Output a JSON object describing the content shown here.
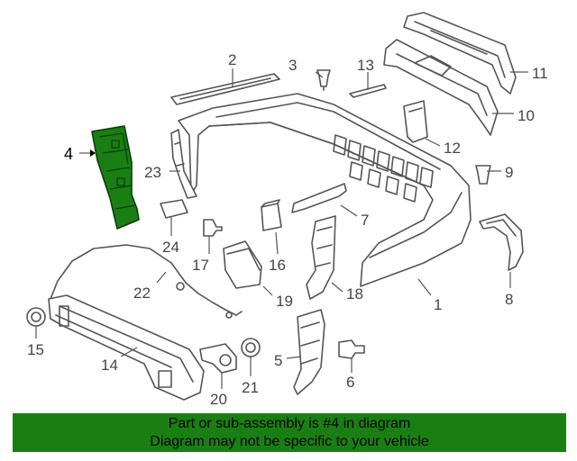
{
  "diagram": {
    "callouts": [
      "1",
      "2",
      "3",
      "4",
      "5",
      "6",
      "7",
      "8",
      "9",
      "10",
      "11",
      "12",
      "13",
      "14",
      "15",
      "16",
      "17",
      "18",
      "19",
      "20",
      "21",
      "22",
      "23",
      "24"
    ],
    "highlighted_part": "4",
    "colors": {
      "highlight": "#1a7f12",
      "banner": "#1a7f12",
      "outline": "#555555"
    }
  },
  "banner": {
    "line1": "Part or sub-assembly is #4 in diagram",
    "line2": "Diagram may not be specific to your vehicle"
  }
}
